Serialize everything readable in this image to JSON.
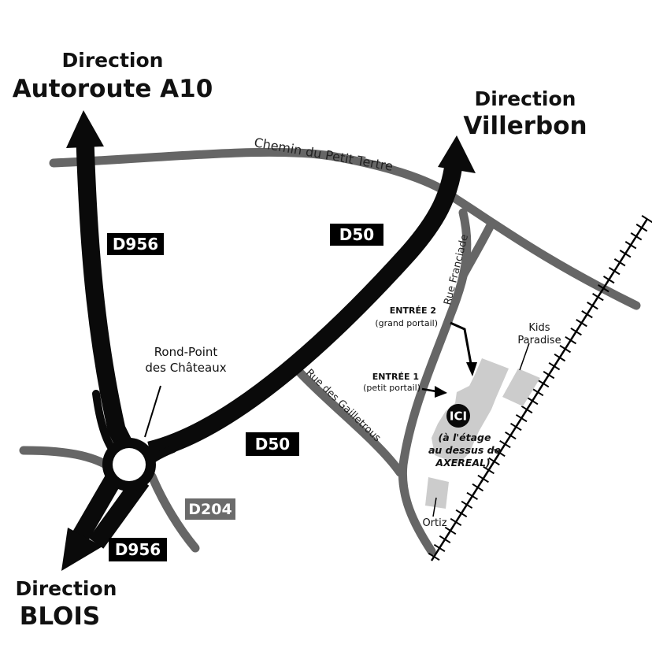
{
  "directions": {
    "a10": {
      "line1": "Direction",
      "line2": "Autoroute A10"
    },
    "villerbon": {
      "line1": "Direction",
      "line2": "Villerbon"
    },
    "blois": {
      "line1": "Direction",
      "line2": "BLOIS"
    }
  },
  "roads": {
    "chemin": "Chemin du Petit Tertre",
    "franciade": "Rue Franciade",
    "gailletrous": "Rue des Gailletrous"
  },
  "badges": {
    "d956_top": "D956",
    "d956_bottom": "D956",
    "d50_top": "D50",
    "d50_bottom": "D50",
    "d204": "D204"
  },
  "places": {
    "roundabout_line1": "Rond-Point",
    "roundabout_line2": "des Châteaux",
    "kids_line1": "Kids",
    "kids_line2": "Paradise",
    "ortiz": "Ortiz"
  },
  "entries": {
    "entry2_title": "ENTRÉE 2",
    "entry2_sub": "(grand portail)",
    "entry1_title": "ENTRÉE 1",
    "entry1_sub": "(petit portail)"
  },
  "location": {
    "marker": "ICI",
    "line1": "(à l'étage",
    "line2": "au dessus de",
    "line3": "AXEREAL)"
  },
  "colors": {
    "main_road": "#0a0a0a",
    "secondary_road": "#666666",
    "building": "#cccccc",
    "badge_main": "#000000",
    "badge_secondary": "#6b6b6b"
  }
}
